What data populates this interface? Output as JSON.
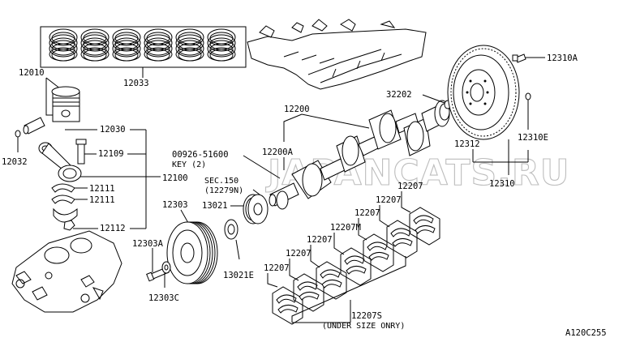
{
  "watermark": "JAPANCATS.RU",
  "diagram_code": "A120C255",
  "callouts": {
    "p12010": "12010",
    "p12033": "12033",
    "p12030": "12030",
    "p12109": "12109",
    "p12100": "12100",
    "p12111a": "12111",
    "p12111b": "12111",
    "p12112": "12112",
    "p12032": "12032",
    "p12303": "12303",
    "p12303A": "12303A",
    "p12303C": "12303C",
    "p13021": "13021",
    "p13021E": "13021E",
    "sec": "SEC.150",
    "sec_ref": "(12279N)",
    "key_part": "00926-51600",
    "key_desc": "KEY (2)",
    "p12200": "12200",
    "p12200A": "12200A",
    "p32202": "32202",
    "p12310A": "12310A",
    "p12312": "12312",
    "p12310E": "12310E",
    "p12310": "12310",
    "p12207_1": "12207",
    "p12207_2": "12207",
    "p12207_3": "12207",
    "p12207_4": "12207",
    "p12207_5": "12207",
    "p12207_6": "12207",
    "p12207M": "12207M",
    "p12207S": "12207S",
    "under_size": "(UNDER SIZE ONRY)"
  }
}
